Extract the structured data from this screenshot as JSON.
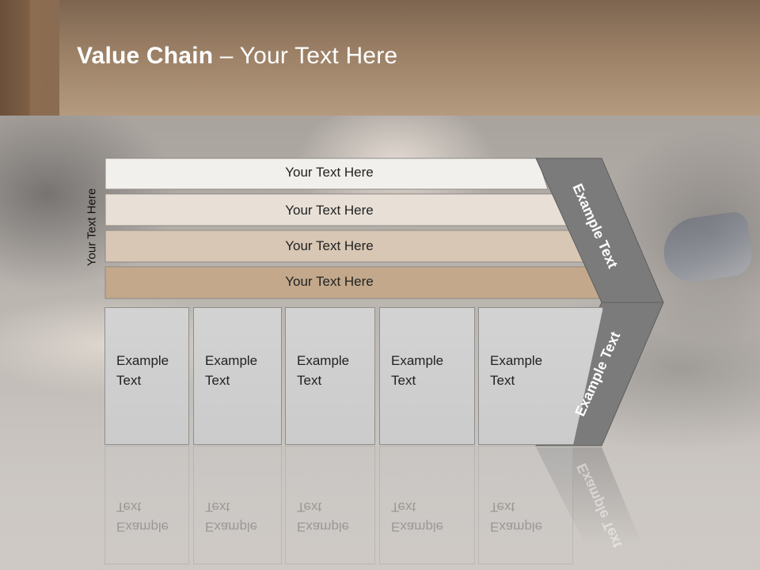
{
  "slide": {
    "title_bold": "Value Chain",
    "title_rest": " – Your Text Here",
    "side_label": "Your Text Here",
    "bars": [
      {
        "label": "Your Text Here",
        "color": "#f2f0ec"
      },
      {
        "label": "Your Text Here",
        "color": "#e8e0d6"
      },
      {
        "label": "Your Text Here",
        "color": "#d8c7b4"
      },
      {
        "label": "Your Text Here",
        "color": "#c3a88b"
      }
    ],
    "columns": [
      {
        "label": "Example\nText"
      },
      {
        "label": "Example\nText"
      },
      {
        "label": "Example\nText"
      },
      {
        "label": "Example\nText"
      },
      {
        "label": "Example\nText"
      }
    ],
    "chevron": {
      "upper_label": "Example Text",
      "lower_label": "Example Text",
      "color": "#7b7b7b"
    }
  }
}
